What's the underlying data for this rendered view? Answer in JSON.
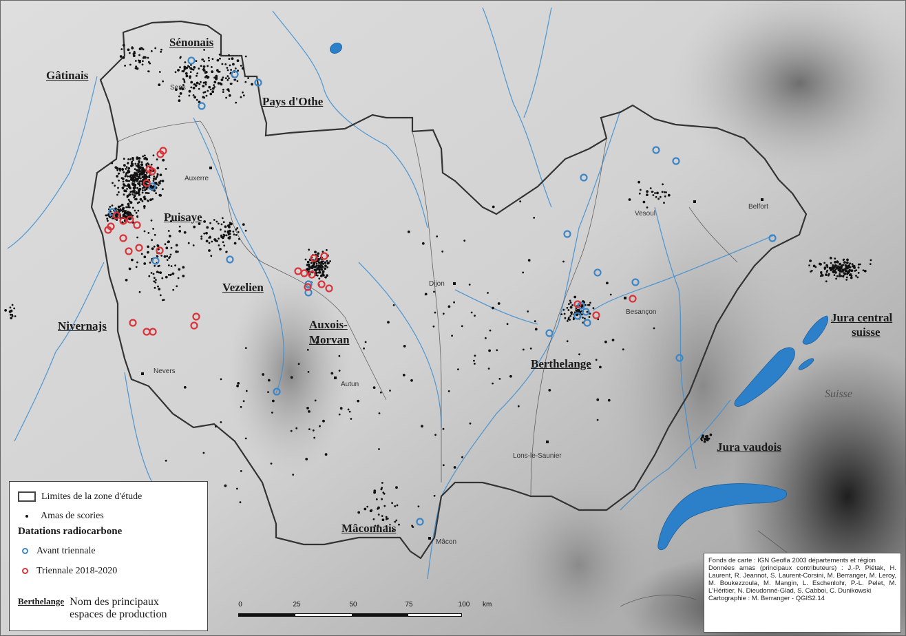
{
  "regions": [
    {
      "name": "Sénonais"
    },
    {
      "name": "Gâtinais"
    },
    {
      "name": "Pays d'Othe"
    },
    {
      "name": "Puisaye"
    },
    {
      "name": "Vezelien"
    },
    {
      "name": "Nivernajs"
    },
    {
      "name": "Auxois-"
    },
    {
      "name": "Morvan"
    },
    {
      "name": "Berthelange"
    },
    {
      "name": "Jura central"
    },
    {
      "name": "suisse"
    },
    {
      "name": "Jura vaudois"
    },
    {
      "name": "Mâconnais"
    }
  ],
  "cities": [
    "Sens",
    "Auxerre",
    "Vesoul",
    "Belfort",
    "Dijon",
    "Besançon",
    "Nevers",
    "Autun",
    "Lons-le-Saunier",
    "Mâcon"
  ],
  "country": "Suisse",
  "legend": {
    "boundary": "Limites de la zone d'étude",
    "slag": "Amas de scories",
    "radiocarbon_title": "Datations radiocarbone",
    "before": "Avant triennale",
    "triennial": "Triennale 2018-2020",
    "sample_label": "Berthelange",
    "sample_desc_1": "Nom des principaux",
    "sample_desc_2": "espaces de production"
  },
  "scale": {
    "ticks": [
      "0",
      "25",
      "50",
      "75",
      "100"
    ],
    "unit": "km"
  },
  "credits": {
    "line1": "Fonds de carte : IGN Geofla 2003 départements et région",
    "line2": "Données amas (principaux contributeurs) : J.-P. Piétak, H. Laurent, R. Jeannot, S. Laurent-Corsini, M. Berranger, M. Leroy, M. Boukezzoula, M. Mangin, L. Eschenlohr, P.-L. Pelet, M. L'Héritier, N. Dieudonné-Glad, S. Cabboi, C. Dunikowski",
    "line3": "Cartographie : M. Berranger - QGIS2.14"
  },
  "colors": {
    "before": "#3d86c6",
    "triennial": "#d9343a",
    "water": "#2c7fc9",
    "boundary": "#333333"
  }
}
